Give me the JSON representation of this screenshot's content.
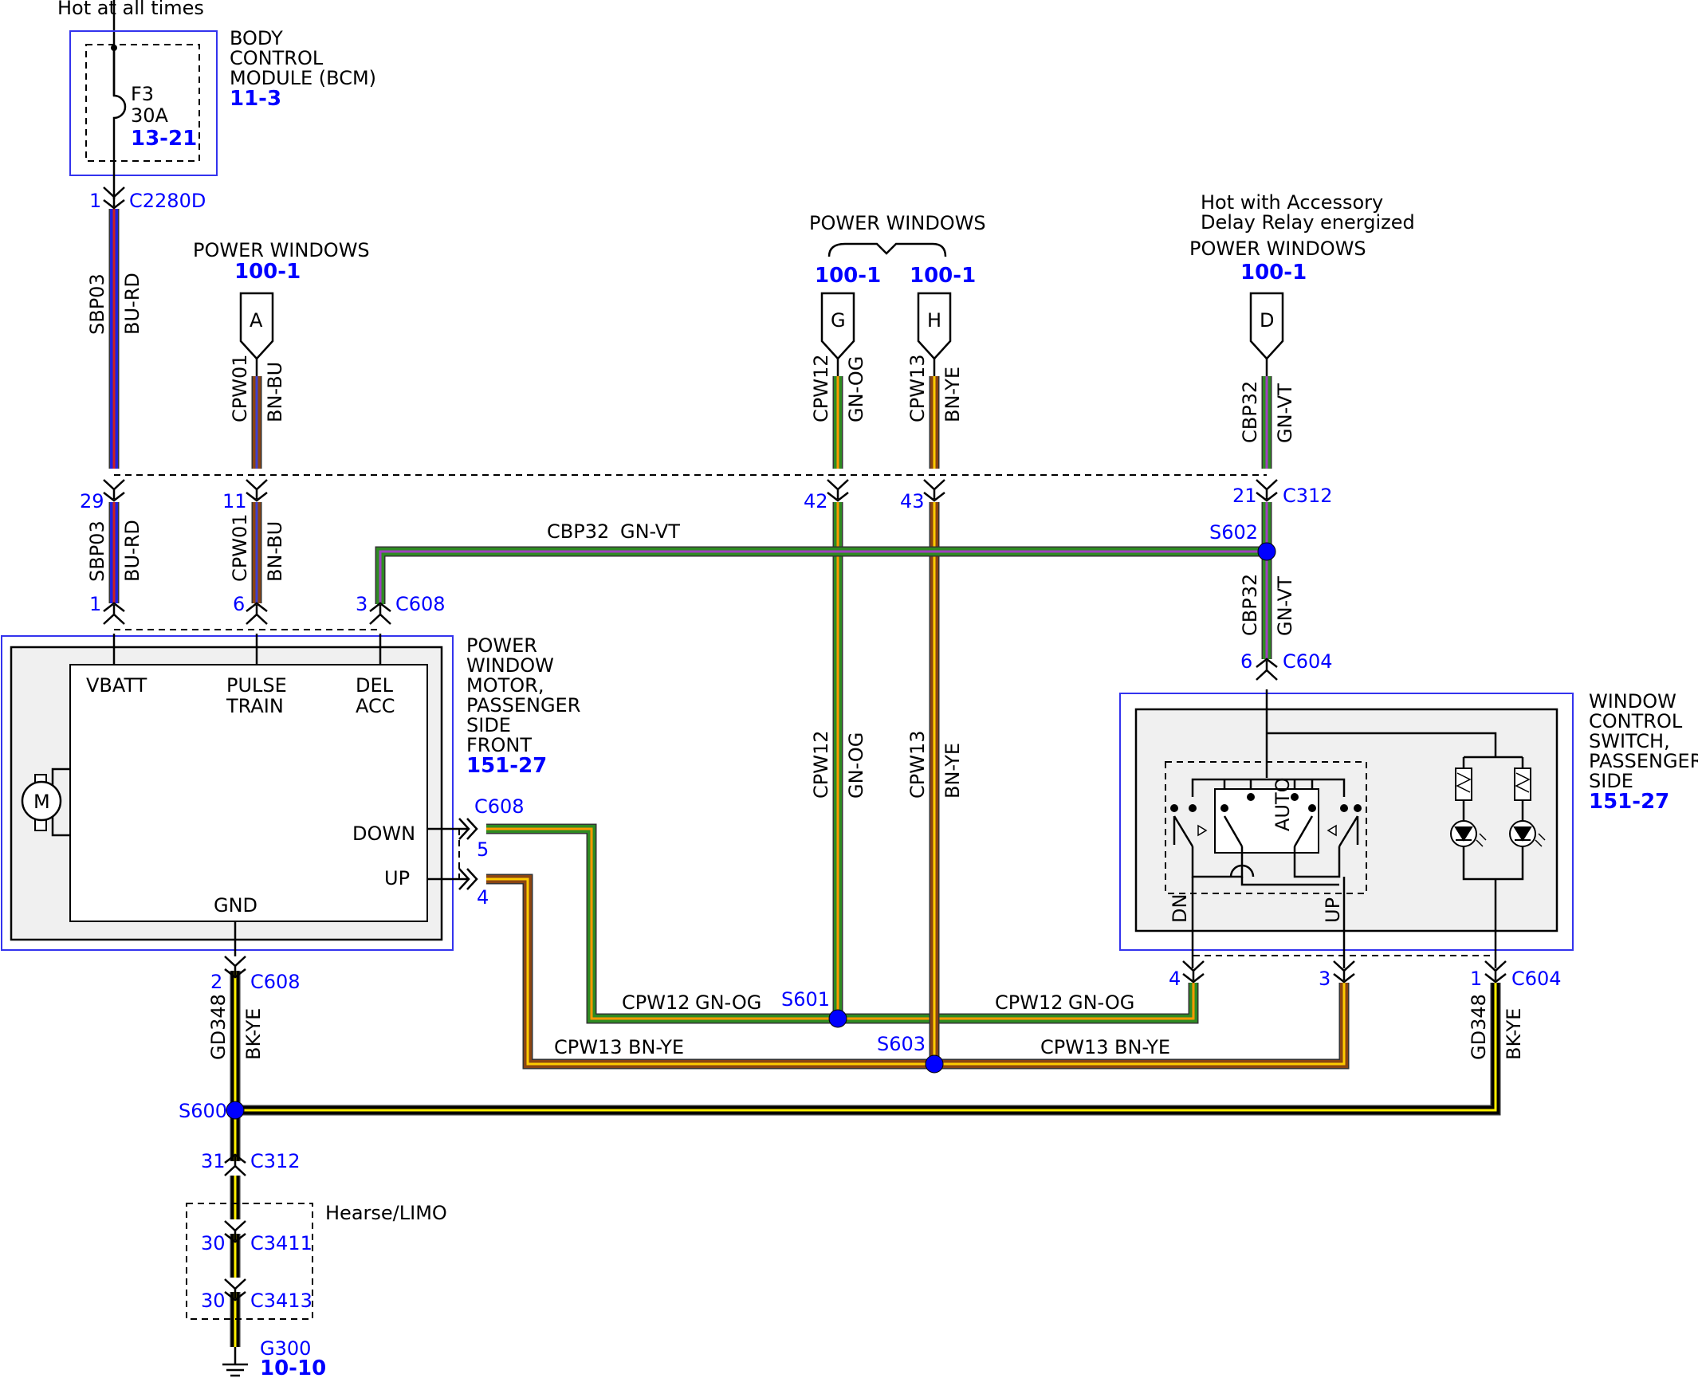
{
  "colors": {
    "BU-RD": [
      "#2020dd",
      "#cc2020"
    ],
    "BN-BU": [
      "#8b4513",
      "#4040cc"
    ],
    "GN-OG": [
      "#2e8b22",
      "#ff9900"
    ],
    "BN-YE": [
      "#8b4513",
      "#ffcc00"
    ],
    "GN-VT": [
      "#2e8b22",
      "#a040c0"
    ],
    "BK-YE": [
      "#000000",
      "#ffee00"
    ],
    "splice": "#0000ff",
    "module_outline": "#3333ee"
  },
  "supply": {
    "label": "Hot at all times"
  },
  "bcm": {
    "title_lines": [
      "BODY",
      "CONTROL",
      "MODULE (BCM)"
    ],
    "ref": "11-3",
    "fuse_name": "F3",
    "fuse_rating": "30A",
    "fuse_ref": "13-21"
  },
  "pw_refs": {
    "a": {
      "title": "POWER WINDOWS",
      "ref": "100-1",
      "letter": "A"
    },
    "gh": {
      "title": "POWER WINDOWS",
      "ref_g": "100-1",
      "ref_h": "100-1",
      "letter_g": "G",
      "letter_h": "H"
    },
    "d": {
      "note_lines": [
        "Hot with Accessory",
        "Delay Relay energized"
      ],
      "title": "POWER WINDOWS",
      "ref": "100-1",
      "letter": "D"
    }
  },
  "connectors": {
    "c2280d": {
      "name": "C2280D",
      "pin": "1"
    },
    "c312_top": {
      "name": "C312",
      "pins": [
        "29",
        "11",
        "42",
        "43",
        "21"
      ]
    },
    "c608_top": {
      "name": "C608",
      "pins": [
        "1",
        "6",
        "3"
      ]
    },
    "c608_right": {
      "name": "C608",
      "pins": [
        "5",
        "4"
      ]
    },
    "c608_bottom": {
      "name": "C608",
      "pin": "2"
    },
    "c604_top": {
      "name": "C604",
      "pin": "6"
    },
    "c604_bottom": {
      "name": "C604",
      "pins": [
        "4",
        "3",
        "1"
      ]
    },
    "c312_bottom": {
      "name": "C312",
      "pin": "31"
    },
    "c3411": {
      "name": "C3411",
      "pin": "30"
    },
    "c3413": {
      "name": "C3413",
      "pin": "30"
    }
  },
  "wires": {
    "sbp03": {
      "circuit": "SBP03",
      "color": "BU-RD"
    },
    "cpw01": {
      "circuit": "CPW01",
      "color": "BN-BU"
    },
    "cpw12": {
      "circuit": "CPW12",
      "color": "GN-OG"
    },
    "cpw13": {
      "circuit": "CPW13",
      "color": "BN-YE"
    },
    "cbp32": {
      "circuit": "CBP32",
      "color": "GN-VT"
    },
    "gd348": {
      "circuit": "GD348",
      "color": "BK-YE"
    }
  },
  "splices": [
    "S602",
    "S601",
    "S603",
    "S600"
  ],
  "motor": {
    "title_lines": [
      "POWER",
      "WINDOW",
      "MOTOR,",
      "PASSENGER",
      "SIDE",
      "FRONT"
    ],
    "ref": "151-27",
    "pins": {
      "vbatt": "VBATT",
      "pulse_1": "PULSE",
      "pulse_2": "TRAIN",
      "del_1": "DEL",
      "del_2": "ACC",
      "down": "DOWN",
      "up": "UP",
      "gnd": "GND"
    },
    "motor_symbol": "M"
  },
  "switch": {
    "title_lines": [
      "WINDOW",
      "CONTROL",
      "SWITCH,",
      "PASSENGER",
      "SIDE"
    ],
    "ref": "151-27",
    "auto": "AUTO",
    "dn": "DN",
    "up": "UP"
  },
  "ground": {
    "option_label": "Hearse/LIMO",
    "name": "G300",
    "ref": "10-10"
  }
}
